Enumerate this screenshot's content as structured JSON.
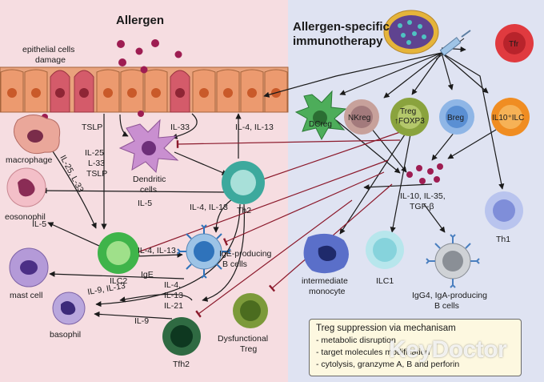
{
  "left_panel": {
    "title": "Allergen",
    "epithelium_label_line1": "epithelial cells",
    "epithelium_label_line2": "damage"
  },
  "right_panel": {
    "title_line1": "Allergen-specific",
    "title_line2": "immunotherapy"
  },
  "cells": {
    "macrophage": "macrophage",
    "dendritic_line1": "Dendritic",
    "dendritic_line2": "cells",
    "eosinophil": "eosonophil",
    "ilc2": "ILC2",
    "th2": "Th2",
    "b_cell_line1": "IgE-producing",
    "b_cell_line2": "B cells",
    "mast_cell": "mast cell",
    "basophil": "basophil",
    "tfh2": "Tfh2",
    "dysfunctional_treg_line1": "Dysfunctional",
    "dysfunctional_treg_line2": "Treg",
    "tfr": "Tfr",
    "dcreg": "DCreg",
    "nkreg": "NKreg",
    "treg_line1": "Treg",
    "treg_line2": "↑FOXP3",
    "breg": "Breg",
    "il10_ilc": "IL10⁺ILC",
    "th1": "Th1",
    "monocyte_line1": "intermediate",
    "monocyte_line2": "monocyte",
    "ilc1": "ILC1",
    "igg4_line1": "IgG4, IgA-producing",
    "igg4_line2": "B cells"
  },
  "signals": {
    "tslp": "TSLP",
    "il33": "IL-33",
    "il25_l33_tslp_1": "IL-25",
    "il25_l33_tslp_2": "L-33",
    "il25_l33_tslp_3": "TSLP",
    "il4_il13_top": "IL-4, IL-13",
    "il25_l33_diag": "IL-25, L-33",
    "il5_left": "IL-5",
    "il5_mid": "IL-5",
    "il4_il13_mid": "IL-4, IL-13",
    "il4_il13_ilc2": "IL-4, IL-13",
    "ige": "IgE",
    "il4_stack_1": "IL-4,",
    "il4_stack_2": "IL-13",
    "il4_stack_3": "IL-21",
    "il9_il13": "IL-9, IL-13",
    "il9": "IL-9",
    "regulatory_cytokines_1": "IL-10, IL-35,",
    "regulatory_cytokines_2": "TGF-β"
  },
  "mechanism_box": {
    "heading": "Treg suppression via mechanisam",
    "item1": "- metabolic disruption",
    "item2": "- target molecules modification",
    "item3": "- cytolysis, granzyme A, B and perforin"
  },
  "watermark": "KeyDoctor",
  "colors": {
    "left_bg": "#f6dde1",
    "right_bg": "#dfe3f2",
    "allergen": "#9e1d52",
    "arrow_black": "#1a1a1a",
    "inhibit_red": "#8c1a2c"
  }
}
